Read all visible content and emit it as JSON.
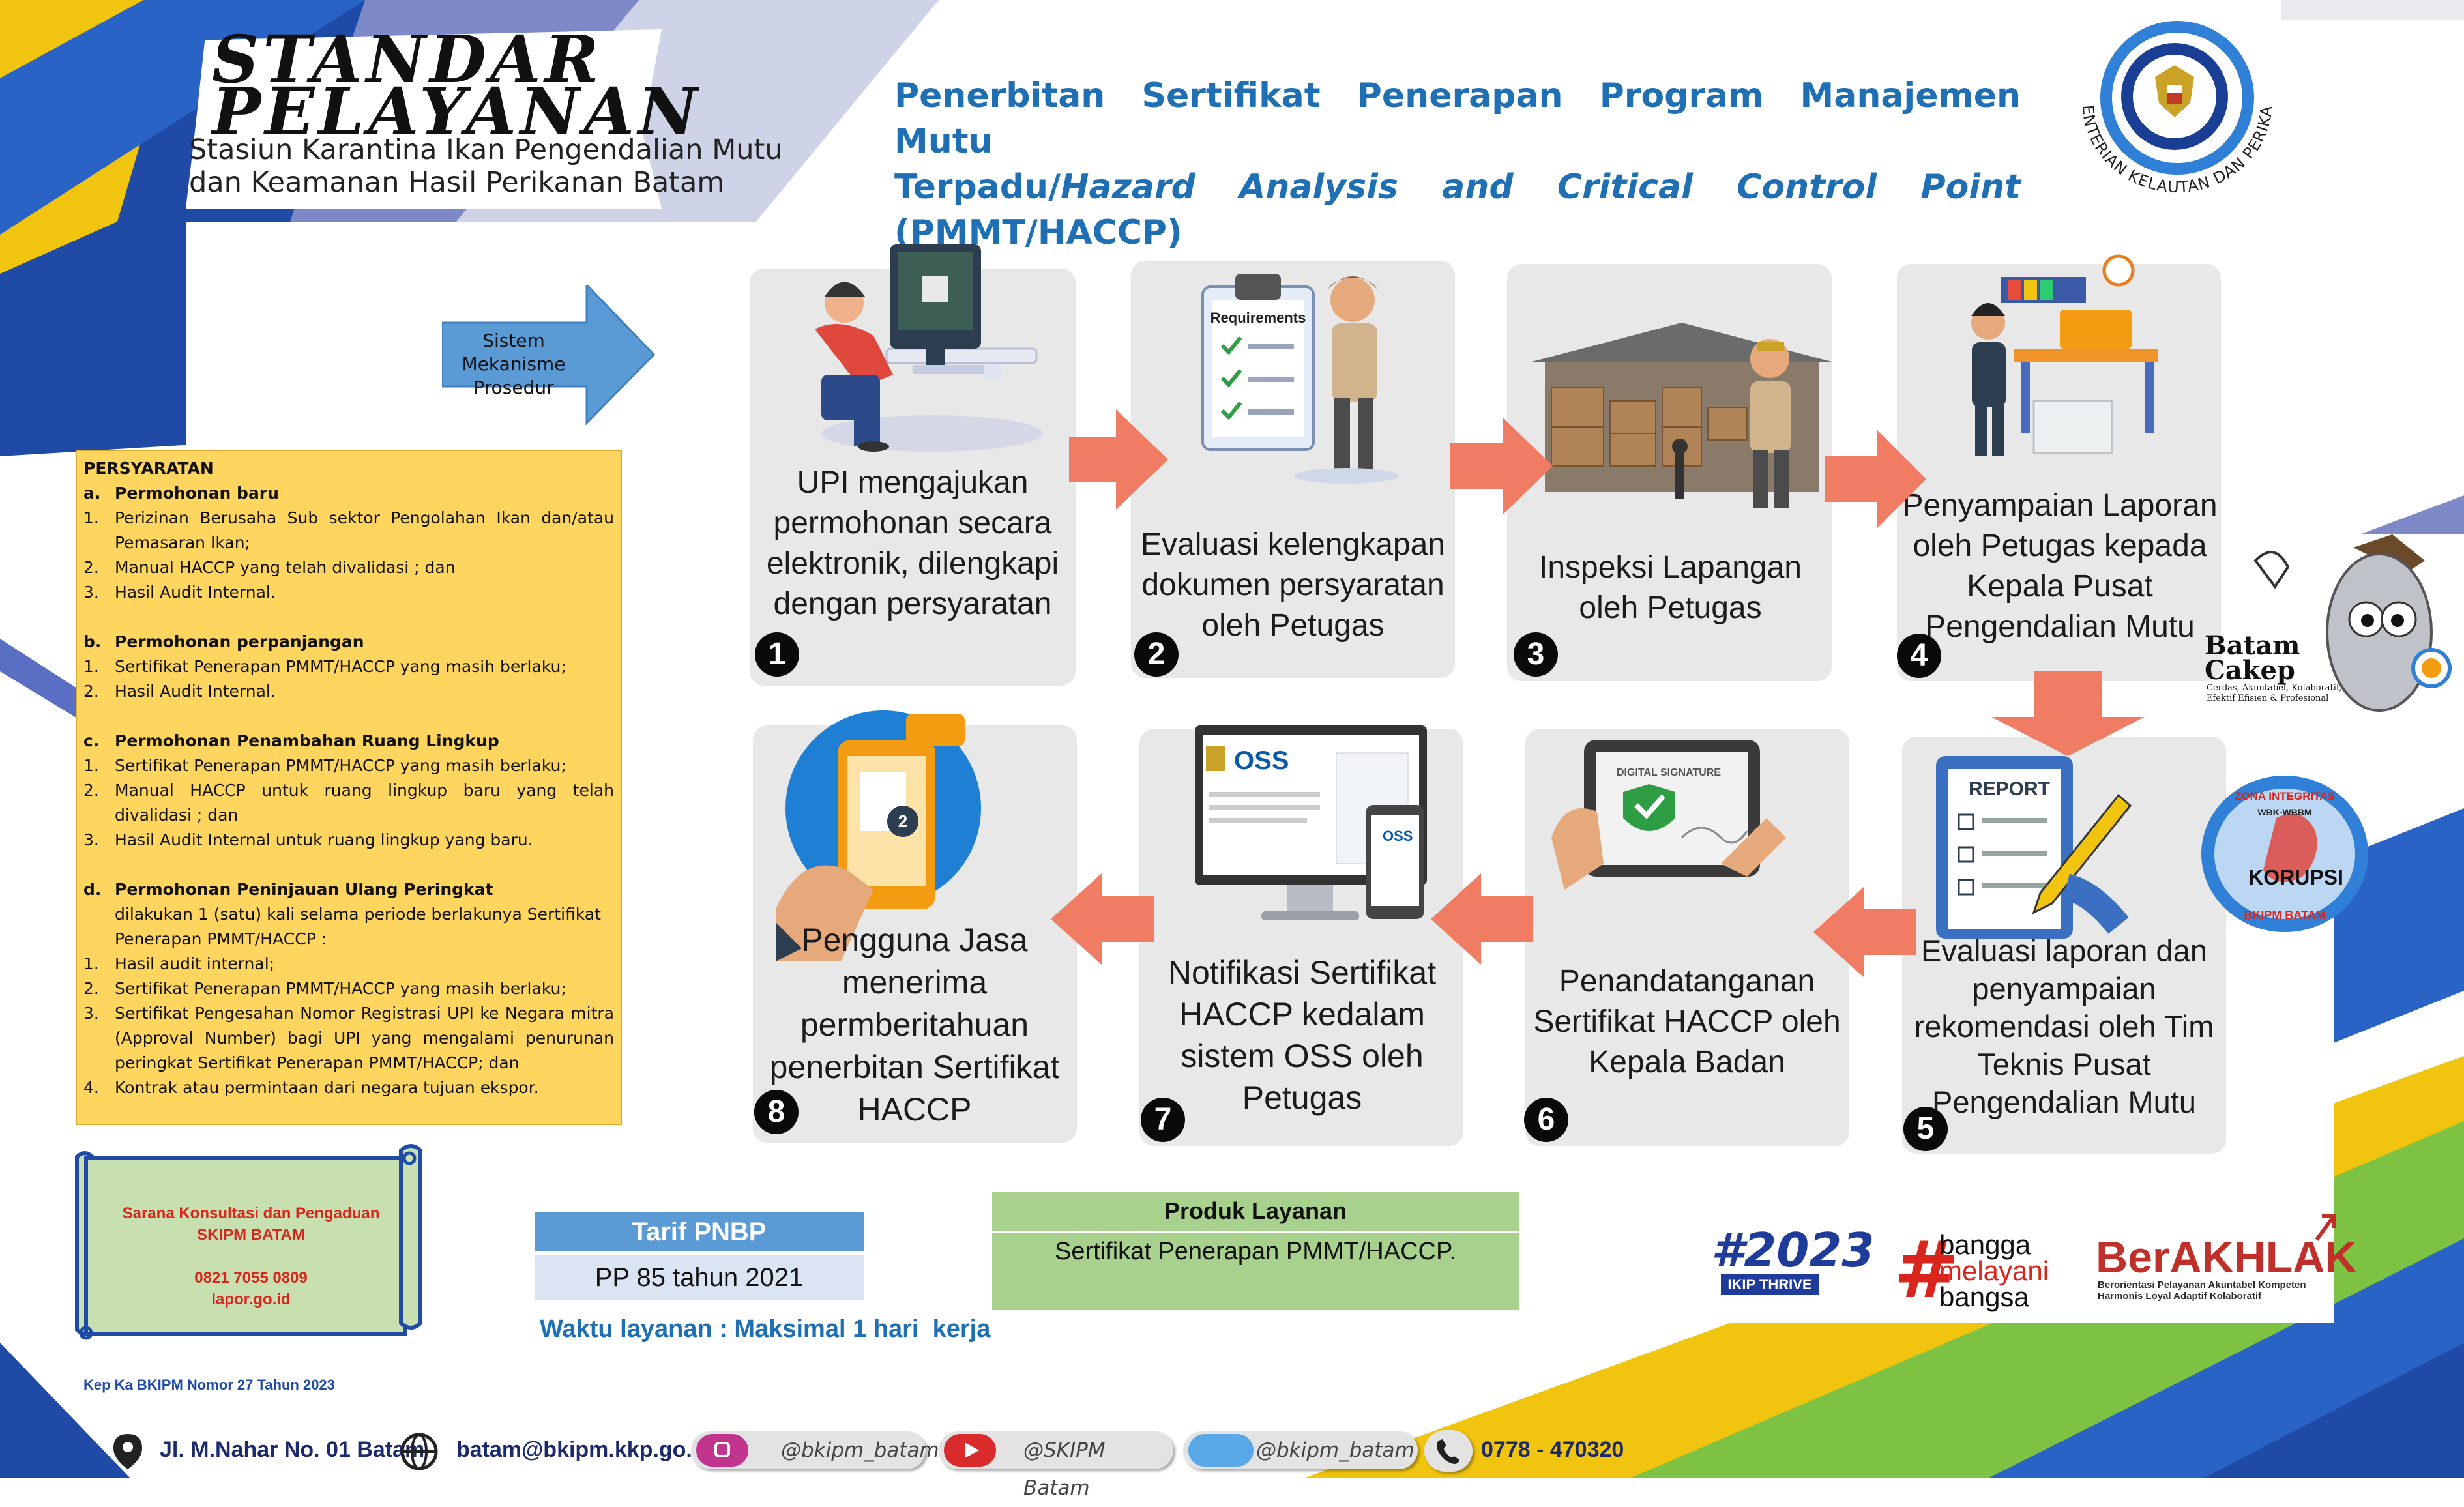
{
  "header": {
    "badge_line1": "STANDAR",
    "badge_line2": "PELAYANAN",
    "office_line1": "Stasiun Karantina Ikan Pengendalian Mutu",
    "office_line2": "dan Keamanan Hasil Perikanan Batam",
    "title_line1": "Penerbitan Sertifikat Penerapan Program Manajemen Mutu",
    "title_prefix": "Terpadu/",
    "title_italic": "Hazard Analysis and Critical Control Point",
    "title_suffix": " (PMMT/HACCP)",
    "ministry_name": "KEMENTERIAN KELAUTAN DAN PERIKANAN"
  },
  "mechanism_label": "Sistem Mekanisme Prosedur",
  "steps": [
    {
      "number": "1",
      "text": "UPI mengajukan permohonan secara elektronik, dilengkapi dengan persyaratan",
      "icon": "computer-user-icon"
    },
    {
      "number": "2",
      "text": "Evaluasi kelengkapan dokumen persyaratan oleh Petugas",
      "icon": "requirements-clipboard-icon"
    },
    {
      "number": "3",
      "text": "Inspeksi Lapangan oleh Petugas",
      "icon": "warehouse-inspection-icon"
    },
    {
      "number": "4",
      "text": "Penyampaian Laporan oleh Petugas kepada Kepala Pusat Pengendalian Mutu",
      "icon": "office-desk-icon"
    },
    {
      "number": "5",
      "text": "Evaluasi laporan dan penyampaian rekomendasi oleh Tim Teknis Pusat Pengendalian Mutu",
      "icon": "report-clipboard-icon"
    },
    {
      "number": "6",
      "text": "Penandatanganan Sertifikat HACCP oleh Kepala Badan",
      "icon": "digital-signature-tablet-icon"
    },
    {
      "number": "7",
      "text": "Notifikasi Sertifikat HACCP kedalam sistem OSS oleh Petugas",
      "icon": "oss-monitor-icon"
    },
    {
      "number": "8",
      "text": "Pengguna Jasa menerima permberitahuan penerbitan Sertifikat HACCP",
      "icon": "phone-notification-icon"
    }
  ],
  "screen_labels": {
    "requirements_sheet": "Requirements",
    "report_sheet": "REPORT",
    "digital_signature": "DIGITAL SIGNATURE",
    "oss_brand": "OSS",
    "oss_phone": "OSS",
    "notification_count": "2"
  },
  "requirements": {
    "title": "PERSYARATAN",
    "sections": [
      {
        "marker": "a.",
        "title": "Permohonan baru",
        "note": "",
        "items": [
          "Perizinan Berusaha Sub sektor Pengolahan Ikan dan/atau Pemasaran Ikan;",
          "Manual HACCP yang telah divalidasi ; dan",
          "Hasil Audit Internal."
        ]
      },
      {
        "marker": "b.",
        "title": "Permohonan perpanjangan",
        "note": "",
        "items": [
          "Sertifikat Penerapan PMMT/HACCP yang masih berlaku;",
          "Hasil Audit Internal."
        ]
      },
      {
        "marker": "c.",
        "title": "Permohonan Penambahan Ruang Lingkup",
        "note": "",
        "items": [
          "Sertifikat Penerapan PMMT/HACCP yang masih berlaku;",
          "Manual HACCP untuk ruang lingkup baru yang telah divalidasi ; dan",
          "Hasil Audit Internal untuk ruang lingkup yang baru."
        ]
      },
      {
        "marker": "d.",
        "title": "Permohonan Peninjauan Ulang Peringkat",
        "note": "dilakukan 1 (satu) kali selama periode berlakunya Sertifikat Penerapan PMMT/HACCP :",
        "items": [
          "Hasil audit internal;",
          "Sertifikat Penerapan PMMT/HACCP yang masih berlaku;",
          "Sertifikat Pengesahan Nomor Registrasi UPI ke Negara mitra (Approval Number) bagi UPI yang mengalami penurunan peringkat Sertifikat Penerapan PMMT/HACCP; dan",
          "Kontrak atau permintaan dari negara tujuan ekspor."
        ]
      }
    ]
  },
  "consultation": {
    "line1": "Sarana Konsultasi dan Pengaduan",
    "line2": "SKIPM BATAM",
    "phone": "0821 7055 0809",
    "site": "lapor.go.id"
  },
  "tarif": {
    "header": "Tarif PNBP",
    "value": "PP 85 tahun 2021"
  },
  "waktu": "Waktu layanan : Maksimal 1 hari  kerja",
  "produk": {
    "header": "Produk Layanan",
    "value": "Sertifikat Penerapan PMMT/HACCP."
  },
  "decree": "Kep Ka BKIPM Nomor 27 Tahun 2023",
  "badges": {
    "batam_cakep": "Batam Cakep",
    "batam_cakep_tagline": "Cerdas, Akuntabel, Kolaboratif, Efektif Efisien & Profesional",
    "zona_top": "ZONA INTEGRITAS",
    "zona_sub": "WBK-WBBM",
    "zona_main": "KORUPSI",
    "zona_bottom": "BKIPM BATAM",
    "thrive_big": "#2023",
    "thrive_small": "IKIP THRIVE",
    "bangga1": "bangga",
    "bangga2": "melayani",
    "bangga3": "bangsa",
    "berakhlak": "BerAKHLAK",
    "berakhlak_tag1": "Berorientasi Pelayanan Akuntabel Kompeten",
    "berakhlak_tag2": "Harmonis Loyal Adaptif Kolaboratif"
  },
  "footer": {
    "address": "Jl. M.Nahar No. 01 Batam",
    "email": "batam@bkipm.kkp.go.id",
    "instagram": "@bkipm_batam",
    "youtube": "@SKIPM Batam",
    "twitter": "@bkipm_batam",
    "phone": "0778 - 470320"
  },
  "colors": {
    "title_blue": "#1f6fb5",
    "requirements_yellow": "#fed55f",
    "arrow_salmon": "#ef7c63",
    "tarif_blue": "#5b9bd5",
    "produk_green": "#a9d18e",
    "card_gray": "#e8e8e9"
  }
}
